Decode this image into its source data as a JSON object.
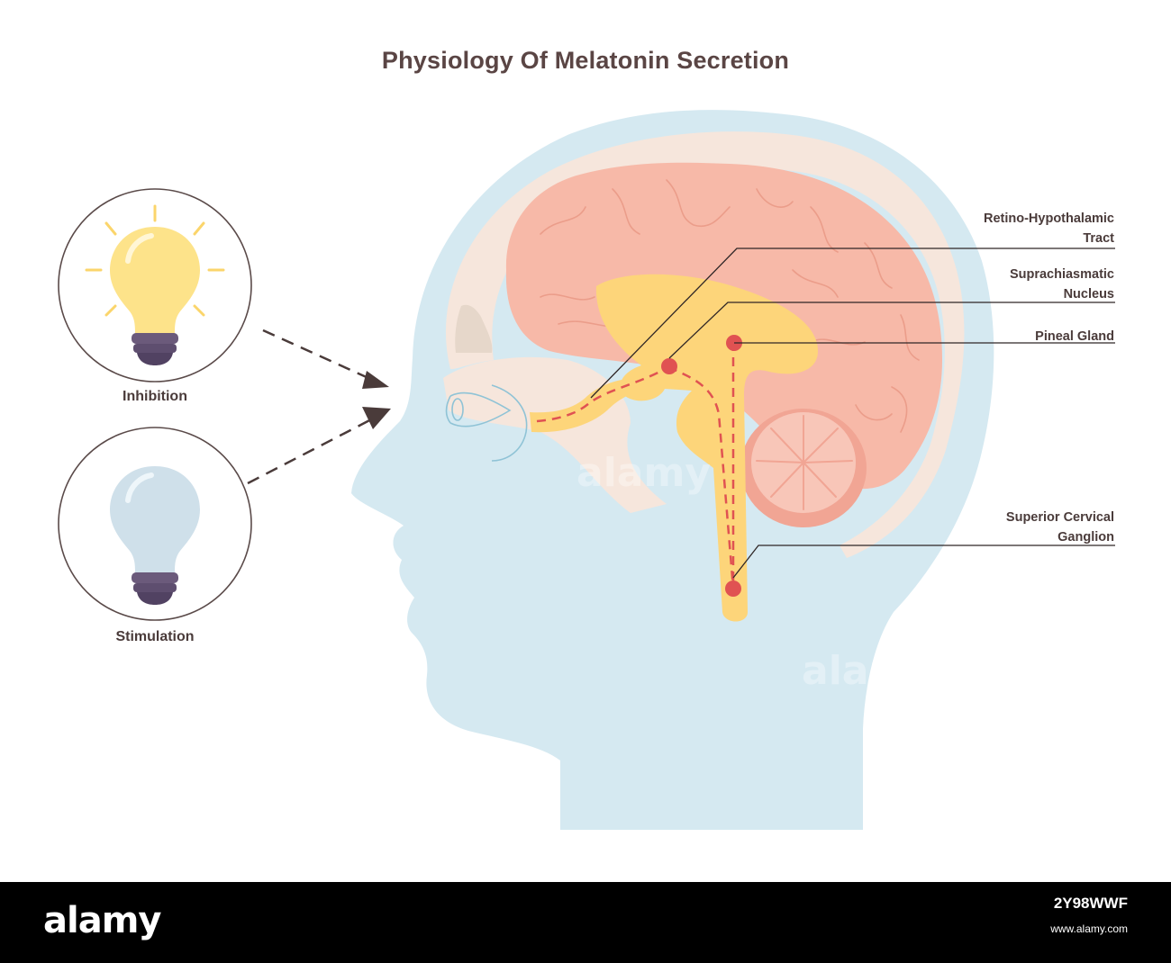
{
  "title": "Physiology Of Melatonin Secretion",
  "bulbs": [
    {
      "label": "Inhibition",
      "state": "lit",
      "color": "#fde38a"
    },
    {
      "label": "Stimulation",
      "state": "unlit",
      "color": "#cfe0ea"
    }
  ],
  "callouts": [
    {
      "line1": "Retino-Hypothalamic",
      "line2": "Tract"
    },
    {
      "line1": "Suprachiasmatic",
      "line2": "Nucleus"
    },
    {
      "line1": "Pineal Gland",
      "line2": ""
    },
    {
      "line1": "Superior Cervical",
      "line2": "Ganglion"
    }
  ],
  "colors": {
    "head": "#d5e9f1",
    "skull": "#f6e6dc",
    "brain": "#f7b9a8",
    "cerebellum": "#f1a594",
    "pathway": "#fdd57a",
    "node": "#e05252",
    "text": "#4a3b3a"
  },
  "icons": [
    "lightbulb-lit-icon",
    "lightbulb-unlit-icon",
    "dashed-arrow-icon",
    "eye-icon"
  ],
  "footer": {
    "logo": "alamy",
    "image_id": "2Y98WWF",
    "line2": "www.alamy.com"
  },
  "watermark": "alamy"
}
